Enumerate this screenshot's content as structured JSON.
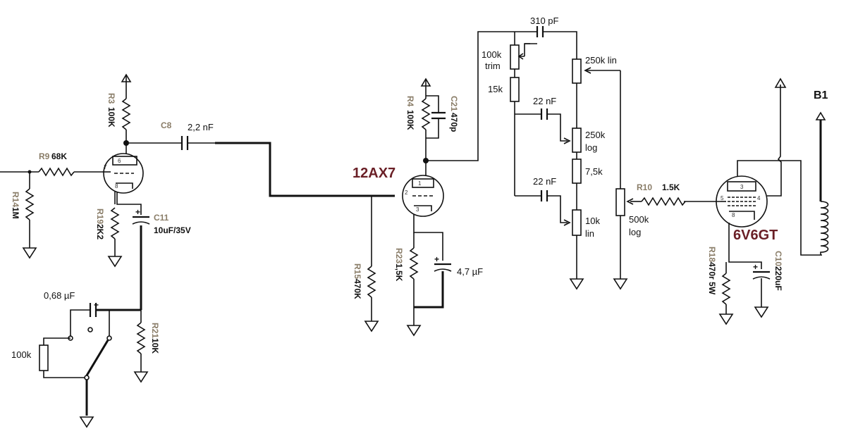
{
  "diagram": {
    "stage1": {
      "r9_ref": "R9",
      "r9_val": "68K",
      "r14_ref": "R14",
      "r14_val": "1M",
      "r3_ref": "R3",
      "r3_val": "100K",
      "r19_ref": "R19",
      "r19_val": "2K2",
      "c11_ref": "C11",
      "c11_val": "10uF/35V",
      "c8_ref": "C8",
      "c8_val": "2,2 nF",
      "r21_ref": "R21",
      "r21_val": "10K",
      "switch_cap": "0,68 µF",
      "switch_res": "100k",
      "plus": "+"
    },
    "stage2": {
      "tube_label": "12AX7",
      "r4_ref": "R4",
      "r4_val": "100K",
      "c21_ref": "C21",
      "c21_val": "470p",
      "r15_ref": "R15",
      "r15_val": "470K",
      "r23_ref": "R23",
      "r23_val": "1,5K",
      "c_cath": "4,7 µF",
      "plus": "+"
    },
    "tone": {
      "c_top": "310 pF",
      "trim_a": "100k",
      "trim_b": "trim",
      "r15k": "15k",
      "pot_lin_a": "250k lin",
      "c_22a": "22 nF",
      "pot_log_a": "250k",
      "pot_log_b": "log",
      "r75": "7,5k",
      "c_22b": "22 nF",
      "pot_10k_a": "10k",
      "pot_10k_b": "lin",
      "pot_500_a": "500k",
      "pot_500_b": "log"
    },
    "output": {
      "r10_ref": "R10",
      "r10_val": "1.5K",
      "tube_label": "6V6GT",
      "r18_ref": "R18",
      "r18_val": "470r 5W",
      "c10_ref": "C10",
      "c10_val": "220uF",
      "b1": "B1",
      "plus": "+"
    },
    "pins": {
      "p6": "6",
      "p7": "7",
      "p8": "8",
      "p1": "1",
      "p2": "2",
      "p3": "3",
      "p5": "5",
      "p4": "4",
      "p3b": "3",
      "p8b": "8"
    }
  }
}
